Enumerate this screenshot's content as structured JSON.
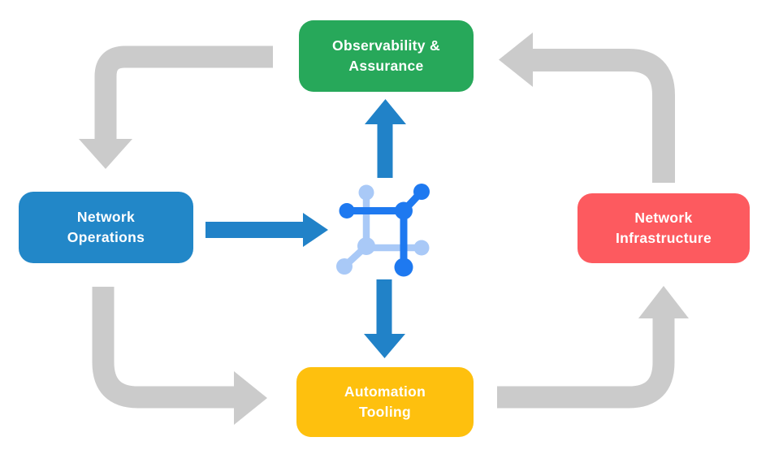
{
  "page": {
    "background_color": "#ffffff"
  },
  "diagram": {
    "nodes": {
      "observability": {
        "label": "Observability &\nAssurance",
        "color": "#27A85A",
        "text_color": "#ffffff"
      },
      "operations": {
        "label": "Network\nOperations",
        "color": "#2287C8",
        "text_color": "#ffffff"
      },
      "infrastructure": {
        "label": "Network\nInfrastructure",
        "color": "#FD5A5F",
        "text_color": "#ffffff"
      },
      "tooling": {
        "label": "Automation\nTooling",
        "color": "#FEC00E",
        "text_color": "#ffffff"
      }
    },
    "center_icon": {
      "name": "network-automation-icon",
      "dark_blue": "#1E79F0",
      "light_blue": "#A9C9F7"
    },
    "arrows": {
      "gray_color": "#CBCBCB",
      "blue_color": "#2182C8",
      "gray_flow": [
        {
          "from": "observability",
          "to": "operations"
        },
        {
          "from": "operations",
          "to": "tooling"
        },
        {
          "from": "tooling",
          "to": "infrastructure"
        },
        {
          "from": "infrastructure",
          "to": "observability"
        }
      ],
      "blue_flow": [
        {
          "from": "operations",
          "to": "center-icon"
        },
        {
          "from": "center-icon",
          "to": "observability"
        },
        {
          "from": "center-icon",
          "to": "tooling"
        }
      ]
    }
  }
}
